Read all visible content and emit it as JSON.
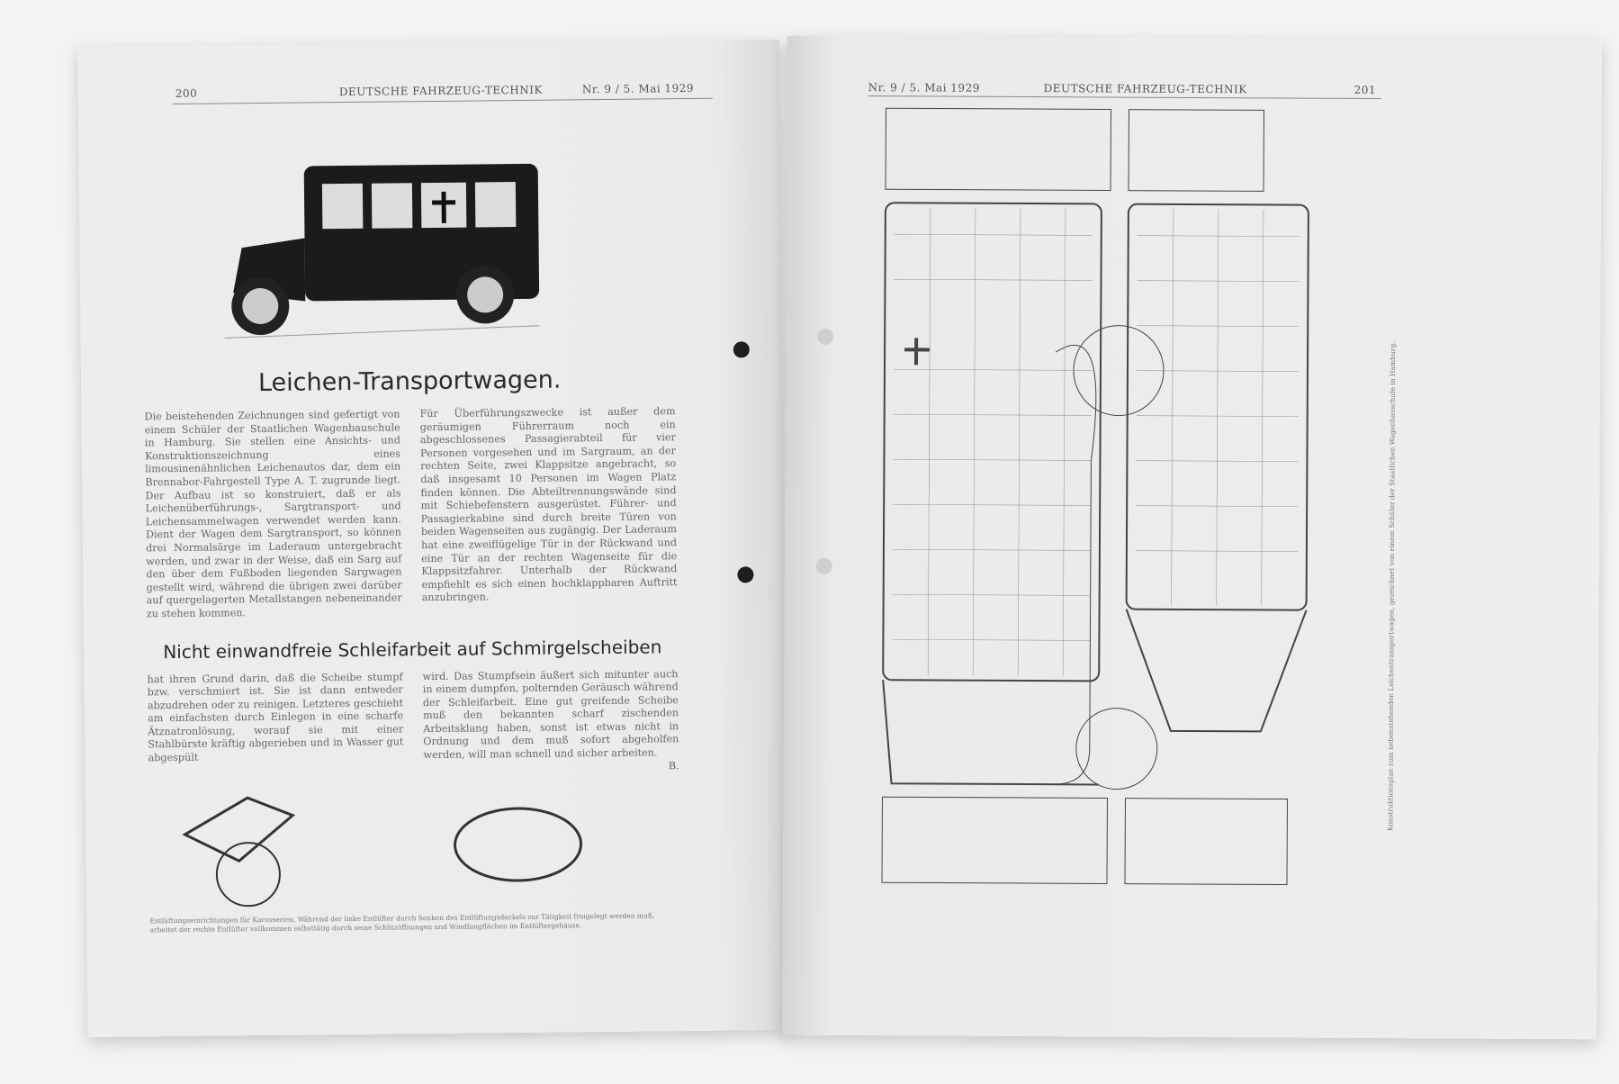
{
  "left_page": {
    "page_number": "200",
    "journal": "DEUTSCHE FAHRZEUG-TECHNIK",
    "issue": "Nr. 9 / 5. Mai 1929",
    "article1_title": "Leichen-Transportwagen.",
    "article1_col1": "Die beistehenden Zeichnungen sind gefertigt von einem Schüler der Staatlichen Wagenbauschule in Hamburg. Sie stellen eine Ansichts- und Konstruktionszeichnung eines limousinenähnlichen Leichenautos dar, dem ein Brennabor-Fahrgestell Type A. T. zugrunde liegt. Der Aufbau ist so konstruiert, daß er als Leichenüberführungs-, Sargtransport- und Leichensammelwagen verwendet werden kann. Dient der Wagen dem Sargtransport, so können drei Normalsärge im Laderaum untergebracht werden, und zwar in der Weise, daß ein Sarg auf den über dem Fußboden liegenden Sargwagen gestellt wird, während die übrigen zwei darüber auf quergelagerten Metallstangen nebeneinander zu stehen kommen.",
    "article1_col2": "Für Überführungszwecke ist außer dem geräumigen Führerraum noch ein abgeschlossenes Passagierabteil für vier Personen vorgesehen und im Sargraum, an der rechten Seite, zwei Klappsitze angebracht, so daß insgesamt 10 Personen im Wagen Platz finden können. Die Abteiltrennungswände sind mit Schiebefenstern ausgerüstet. Führer- und Passagierkabine sind durch breite Türen von beiden Wagenseiten aus zugängig. Der Laderaum hat eine zweiflügelige Tür in der Rückwand und eine Tür an der rechten Wagenseite für die Klappsitzfahrer. Unterhalb der Rückwand empfiehlt es sich einen hochklappbaren Auftritt anzubringen.",
    "article2_title": "Nicht einwandfreie Schleifarbeit auf Schmirgelscheiben",
    "article2_col1": "hat ihren Grund darin, daß die Scheibe stumpf bzw. verschmiert ist. Sie ist dann entweder abzudrehen oder zu reinigen. Letzteres geschieht am einfachsten durch Einlegen in eine scharfe Ätznatronlösung, worauf sie mit einer Stahlbürste kräftig abgerieben und in Wasser gut abgespült",
    "article2_col2": "wird. Das Stumpfsein äußert sich mitunter auch in einem dumpfen, polternden Geräusch während der Schleifarbeit. Eine gut greifende Scheibe muß den bekannten scharf zischenden Arbeitsklang haben, sonst ist etwas nicht in Ordnung und dem muß sofort abgeholfen werden, will man schnell und sicher arbeiten.",
    "article2_signature": "B.",
    "caption": "Entlüftungseinrichtungen für Karosserien. Während der linke Entlüfter durch Senken des Entlüftungsdeckels zur Tätigkeit freigelegt werden muß, arbeitet der rechte Entlüfter vollkommen selbsttätig durch seine Schlitzöffnungen und Windfangflächen im Entlüftergehäuse."
  },
  "right_page": {
    "issue": "Nr. 9 / 5. Mai 1929",
    "journal": "DEUTSCHE FAHRZEUG-TECHNIK",
    "page_number": "201",
    "side_caption": "Konstruktionsplan zum nebenstehenden Leichentransportwagen, gezeichnet von einem Schüler der Staatlichen Wagenbauschule in Hamburg."
  }
}
